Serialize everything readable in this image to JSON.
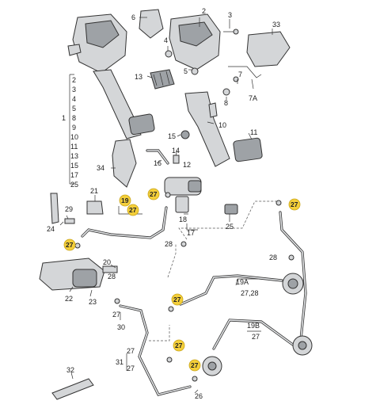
{
  "labels": {
    "n1": "1",
    "n2a": "2",
    "n2b": "2",
    "n3a": "3",
    "n3b": "3",
    "n4a": "4",
    "n4b": "4",
    "n5a": "5",
    "n5b": "5",
    "n6": "6",
    "n7": "7",
    "n7a": "7A",
    "n8a": "8",
    "n8b": "8",
    "n9": "9",
    "n10a": "10",
    "n10b": "10",
    "n11a": "11",
    "n11b": "11",
    "n12": "12",
    "n13a": "13",
    "n13b": "13",
    "n14": "14",
    "n15a": "15",
    "n15b": "15",
    "n16": "16",
    "n17a": "17",
    "n17b": "17",
    "n18": "18",
    "n19": "19",
    "n19a": "19A",
    "n19b": "19B",
    "n20": "20",
    "n21": "21",
    "n22": "22",
    "n23": "23",
    "n24": "24",
    "n25a": "25",
    "n25b": "25",
    "n26": "26",
    "n27a": "27",
    "n27b": "27",
    "n27c": "27",
    "n27d": "27",
    "n27e": "27",
    "n27f": "27",
    "n27g": "27",
    "n27h": "27",
    "n27i": "27",
    "n27j": "27",
    "n27_28a": "27,28",
    "n28a": "28",
    "n28b": "28",
    "n28c": "28",
    "n29": "29",
    "n30": "30",
    "n31": "31",
    "n32": "32",
    "n33": "33",
    "n34": "34"
  },
  "colors": {
    "callout_fill": "#f4cf3a",
    "part_fill": "#d4d6d8",
    "line": "#333333"
  }
}
